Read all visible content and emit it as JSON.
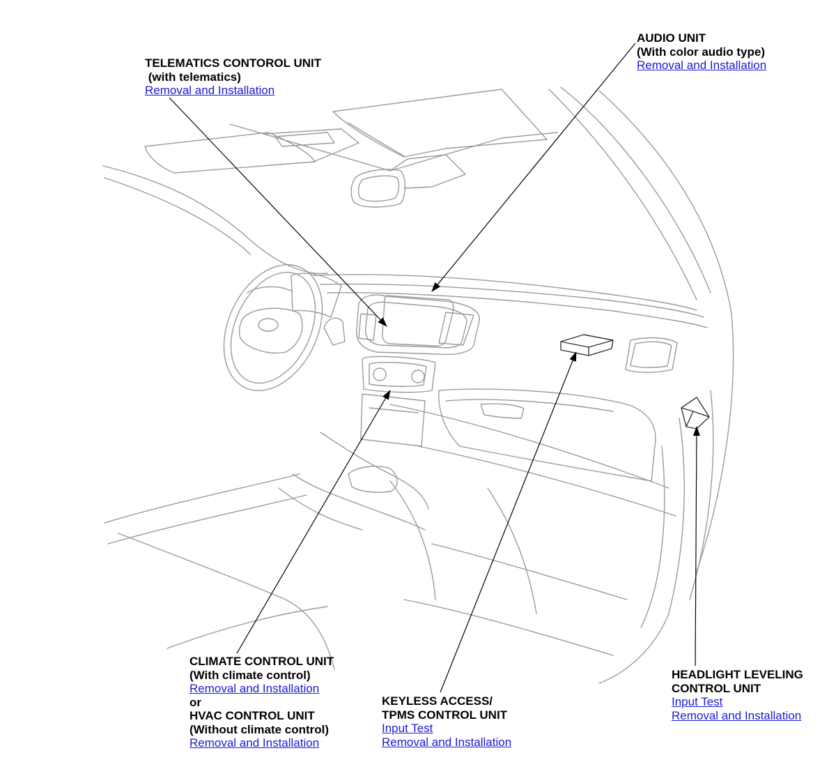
{
  "callouts": {
    "telematics": {
      "title": "TELEMATICS CONTOROL UNIT",
      "subtitle": " (with telematics)",
      "links": [
        "Removal and Installation"
      ]
    },
    "audio": {
      "title": "AUDIO UNIT",
      "subtitle": "(With color audio type)",
      "links": [
        "Removal and Installation"
      ]
    },
    "climate": {
      "title": "CLIMATE CONTROL UNIT",
      "subtitle": "(With climate control)",
      "link1": "Removal and Installation",
      "or": "or",
      "title2": "HVAC CONTROL UNIT",
      "subtitle2": "(Without climate control)",
      "link2": "Removal and Installation"
    },
    "keyless": {
      "title1": "KEYLESS ACCESS/",
      "title2": "TPMS CONTROL UNIT",
      "links": [
        "Input Test",
        "Removal and Installation"
      ]
    },
    "headlight": {
      "title1": "HEADLIGHT LEVELING",
      "title2": "CONTROL UNIT",
      "links": [
        "Input Test",
        "Removal and Installation"
      ]
    }
  },
  "colors": {
    "link": "#1a1ad6",
    "line_art": "#9a9a9a",
    "leader": "#000000"
  }
}
